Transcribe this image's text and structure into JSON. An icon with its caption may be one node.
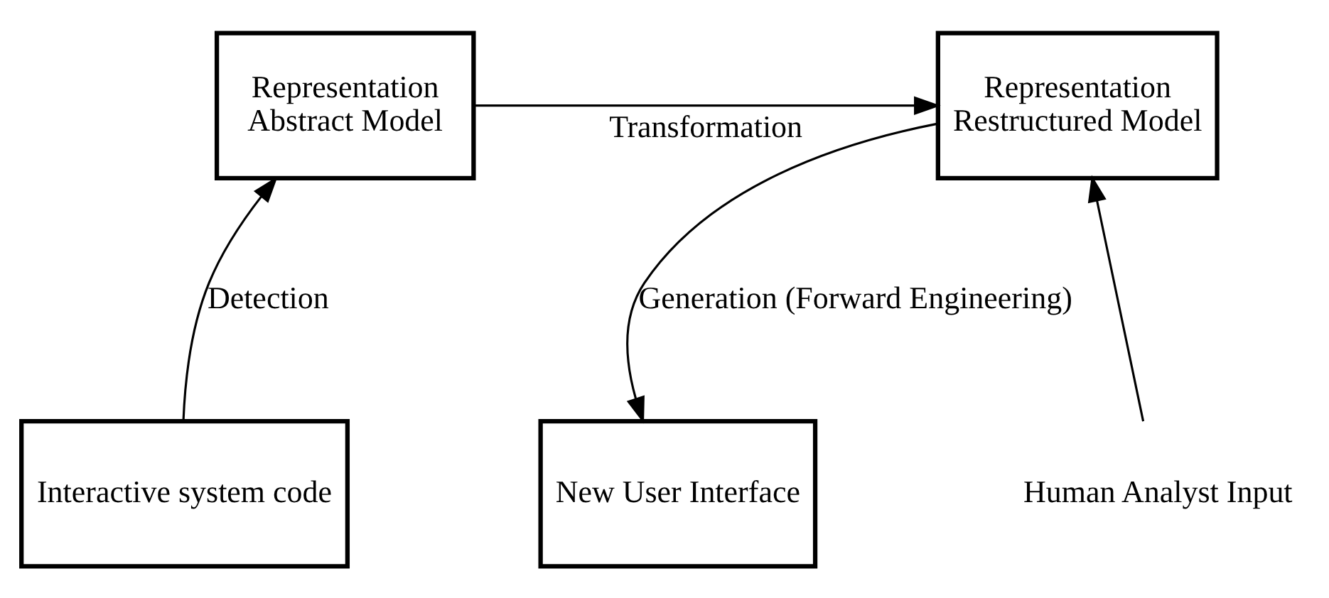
{
  "diagram": {
    "nodes": [
      {
        "text": [
          "Representation",
          "Abstract Model"
        ]
      },
      {
        "text": [
          "Representation",
          "Restructured Model"
        ]
      },
      {
        "text": [
          "Interactive system code"
        ]
      },
      {
        "text": [
          "New User Interface"
        ]
      },
      {
        "text": [
          "Human Analyst Input"
        ]
      }
    ],
    "edges": [
      {
        "from": 0,
        "to": 1,
        "arrow": "to",
        "label": "Transformation"
      },
      {
        "from": 2,
        "to": 0,
        "arrow": "to",
        "label": "Detection"
      },
      {
        "from": 4,
        "to": 1,
        "arrow": "to"
      },
      {
        "from": 1,
        "to": 3,
        "arrow": "to",
        "label": "Generation (Forward Engineering)"
      }
    ]
  }
}
